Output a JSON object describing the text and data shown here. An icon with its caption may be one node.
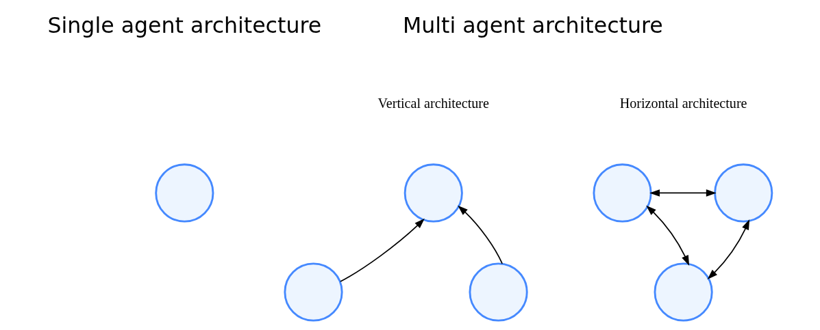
{
  "diagram": {
    "nodes": [
      {
        "text": [],
        "shape": "circle"
      },
      {
        "text": [],
        "shape": "circle"
      },
      {
        "text": [],
        "shape": "circle"
      },
      {
        "text": [],
        "shape": "circle"
      },
      {
        "text": [],
        "shape": "circle"
      },
      {
        "text": [],
        "shape": "circle"
      },
      {
        "text": [],
        "shape": "circle"
      }
    ],
    "edges": [
      {
        "from": 4,
        "to": 1,
        "arrow": "to"
      },
      {
        "from": 5,
        "to": 1,
        "arrow": "to"
      },
      {
        "from": 2,
        "to": 3,
        "arrow": "both"
      },
      {
        "from": 2,
        "to": 6,
        "arrow": "both"
      },
      {
        "from": 3,
        "to": 6,
        "arrow": "both"
      }
    ],
    "labels": [
      "Single agent architecture",
      "Multi agent architecture",
      "Vertical architecture",
      "Horizontal architecture"
    ]
  }
}
